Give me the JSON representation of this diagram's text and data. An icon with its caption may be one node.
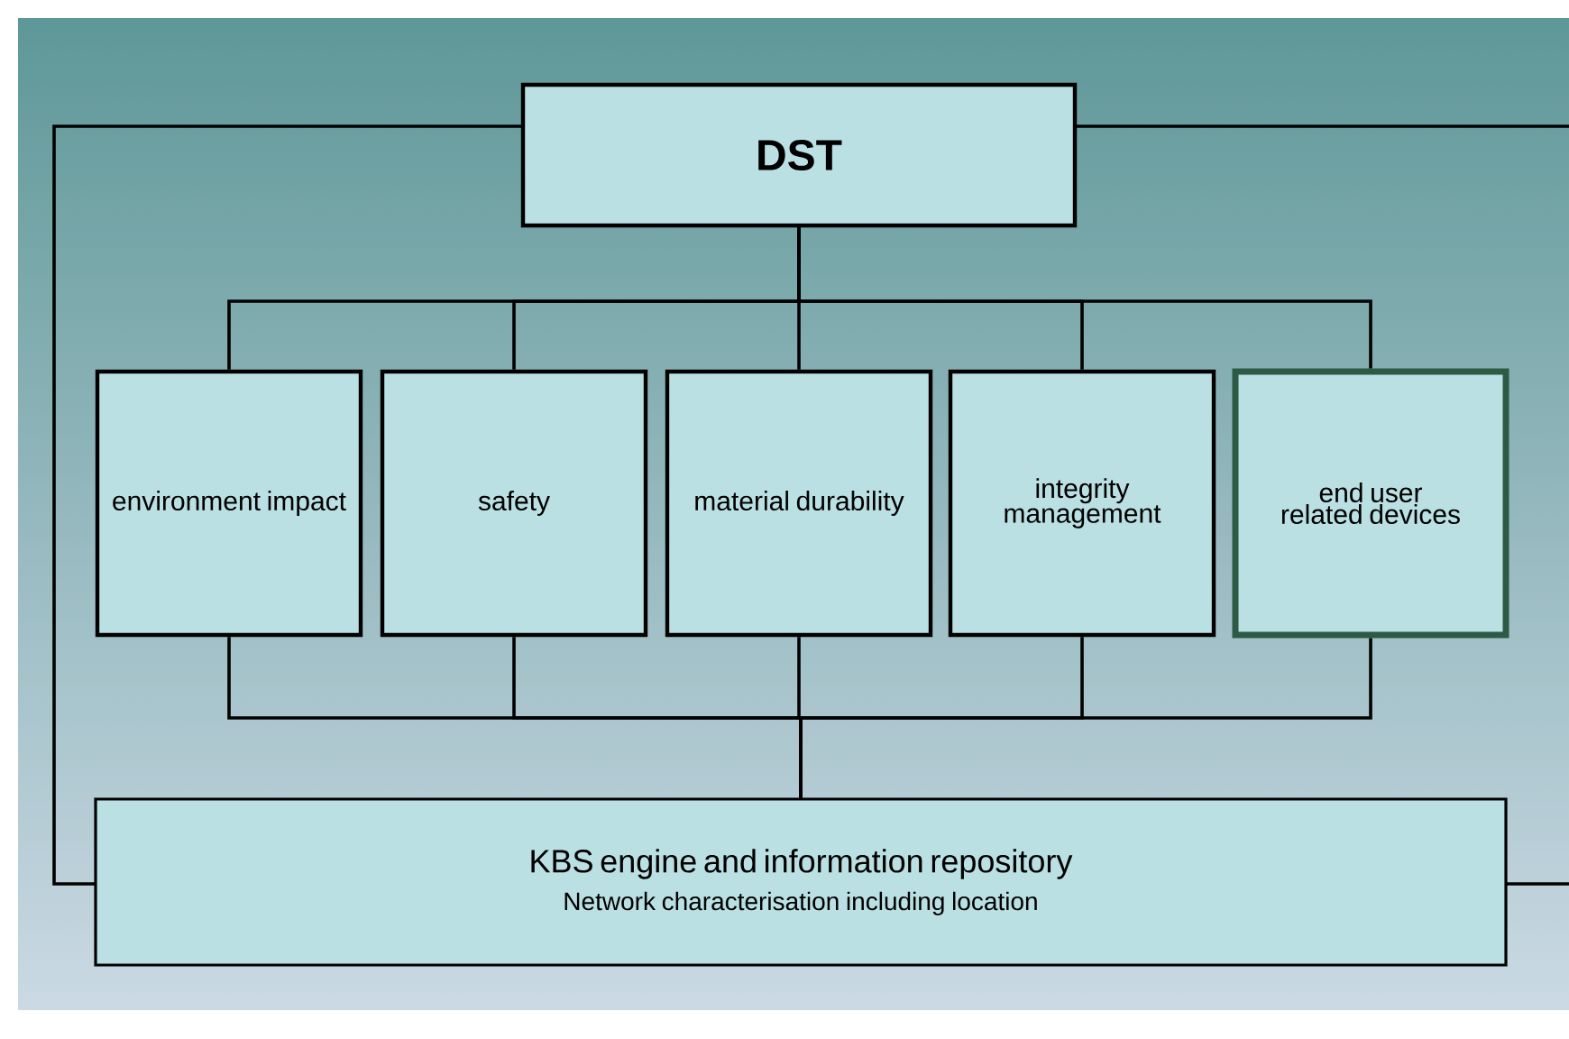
{
  "diagram": {
    "nodes": [
      {
        "text": [
          "DST"
        ]
      },
      {
        "text": [
          "environment impact"
        ]
      },
      {
        "text": [
          "safety"
        ]
      },
      {
        "text": [
          "material durability"
        ]
      },
      {
        "text": [
          "integrity management"
        ]
      },
      {
        "text": [
          "end user related devices"
        ]
      },
      {
        "text": [
          "KBS engine and information repository",
          "Network characterisation including location"
        ]
      }
    ],
    "edges": [
      {
        "from": 0,
        "to": 1,
        "arrow": "none"
      },
      {
        "from": 0,
        "to": 2,
        "arrow": "none"
      },
      {
        "from": 0,
        "to": 3,
        "arrow": "none"
      },
      {
        "from": 0,
        "to": 4,
        "arrow": "none"
      },
      {
        "from": 0,
        "to": 5,
        "arrow": "none"
      },
      {
        "from": 1,
        "to": 6,
        "arrow": "none"
      },
      {
        "from": 2,
        "to": 6,
        "arrow": "none"
      },
      {
        "from": 3,
        "to": 6,
        "arrow": "none"
      },
      {
        "from": 4,
        "to": 6,
        "arrow": "none"
      },
      {
        "from": 5,
        "to": 6,
        "arrow": "none"
      },
      {
        "from": 0,
        "to": 6,
        "arrow": "none"
      },
      {
        "from": 0,
        "to": null,
        "arrow": "none"
      },
      {
        "from": 6,
        "to": null,
        "arrow": "none"
      }
    ]
  }
}
